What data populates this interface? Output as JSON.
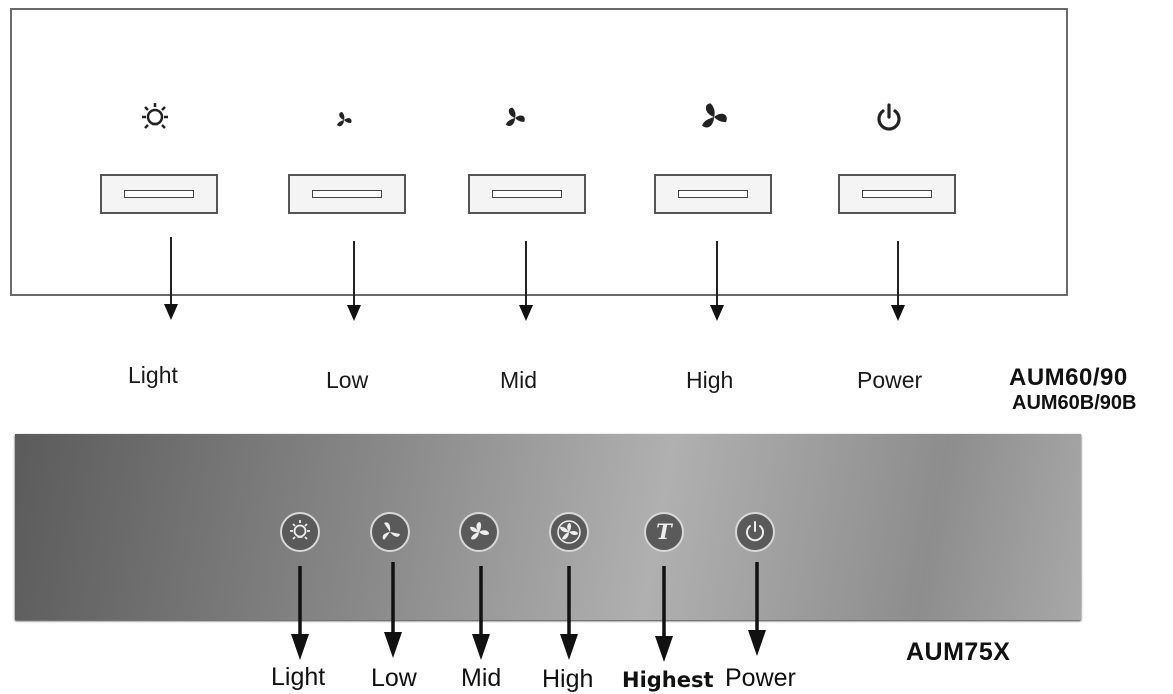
{
  "panel_top": {
    "labels": [
      "Light",
      "Low",
      "Mid",
      "High",
      "Power"
    ],
    "model_primary": "AUM60/90",
    "model_secondary": "AUM60B/90B"
  },
  "panel_bottom": {
    "labels": [
      "Light",
      "Low",
      "Mid",
      "High",
      "Highest",
      "Power"
    ],
    "model": "AUM75X",
    "highest_glyph": "T"
  },
  "icons": [
    "light-icon",
    "fan-low-icon",
    "fan-mid-icon",
    "fan-high-icon",
    "fan-highest-icon",
    "power-icon"
  ],
  "colors": {
    "panel_bottom_button": "#5a5a5a",
    "panel_top_border": "#6a6a6a"
  }
}
